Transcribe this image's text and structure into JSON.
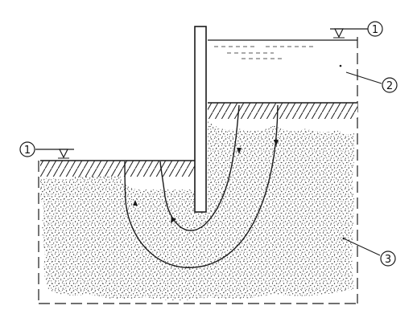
{
  "labels": {
    "water_level_left": "1",
    "water_level_right": "1",
    "water": "2",
    "soil": "3"
  },
  "colors": {
    "ink": "#1a1a1a",
    "paper": "#ffffff",
    "stipple": "#3a3a3a",
    "water_dash": "#555555"
  }
}
